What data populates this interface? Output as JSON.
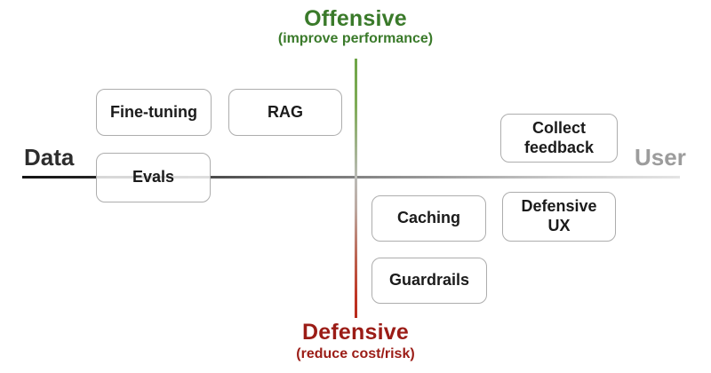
{
  "diagram": {
    "axes": {
      "top": {
        "title": "Offensive",
        "subtitle": "(improve performance)",
        "color": "#3a7a2a"
      },
      "bottom": {
        "title": "Defensive",
        "subtitle": "(reduce cost/risk)",
        "color": "#9b1c16"
      },
      "left": {
        "label": "Data",
        "color": "#2d2d2d"
      },
      "right": {
        "label": "User",
        "color": "#9c9c9c"
      }
    },
    "axis_line_colors": {
      "vertical_top_green": "#6ea547",
      "vertical_center_gray": "#bbbbb7",
      "vertical_bottom_red": "#b72a1c",
      "horizontal_left_dark": "#141414",
      "horizontal_right_light": "#e4e4e4"
    },
    "boxes": [
      {
        "id": "fine-tuning",
        "label": "Fine-tuning",
        "quadrant": "offensive-data"
      },
      {
        "id": "rag",
        "label": "RAG",
        "quadrant": "offensive-data"
      },
      {
        "id": "evals",
        "label": "Evals",
        "quadrant": "data-axis"
      },
      {
        "id": "collect-feedback",
        "label": "Collect\nfeedback",
        "quadrant": "offensive-user"
      },
      {
        "id": "caching",
        "label": "Caching",
        "quadrant": "defensive-user"
      },
      {
        "id": "defensive-ux",
        "label": "Defensive\nUX",
        "quadrant": "defensive-user"
      },
      {
        "id": "guardrails",
        "label": "Guardrails",
        "quadrant": "defensive-user"
      }
    ]
  }
}
